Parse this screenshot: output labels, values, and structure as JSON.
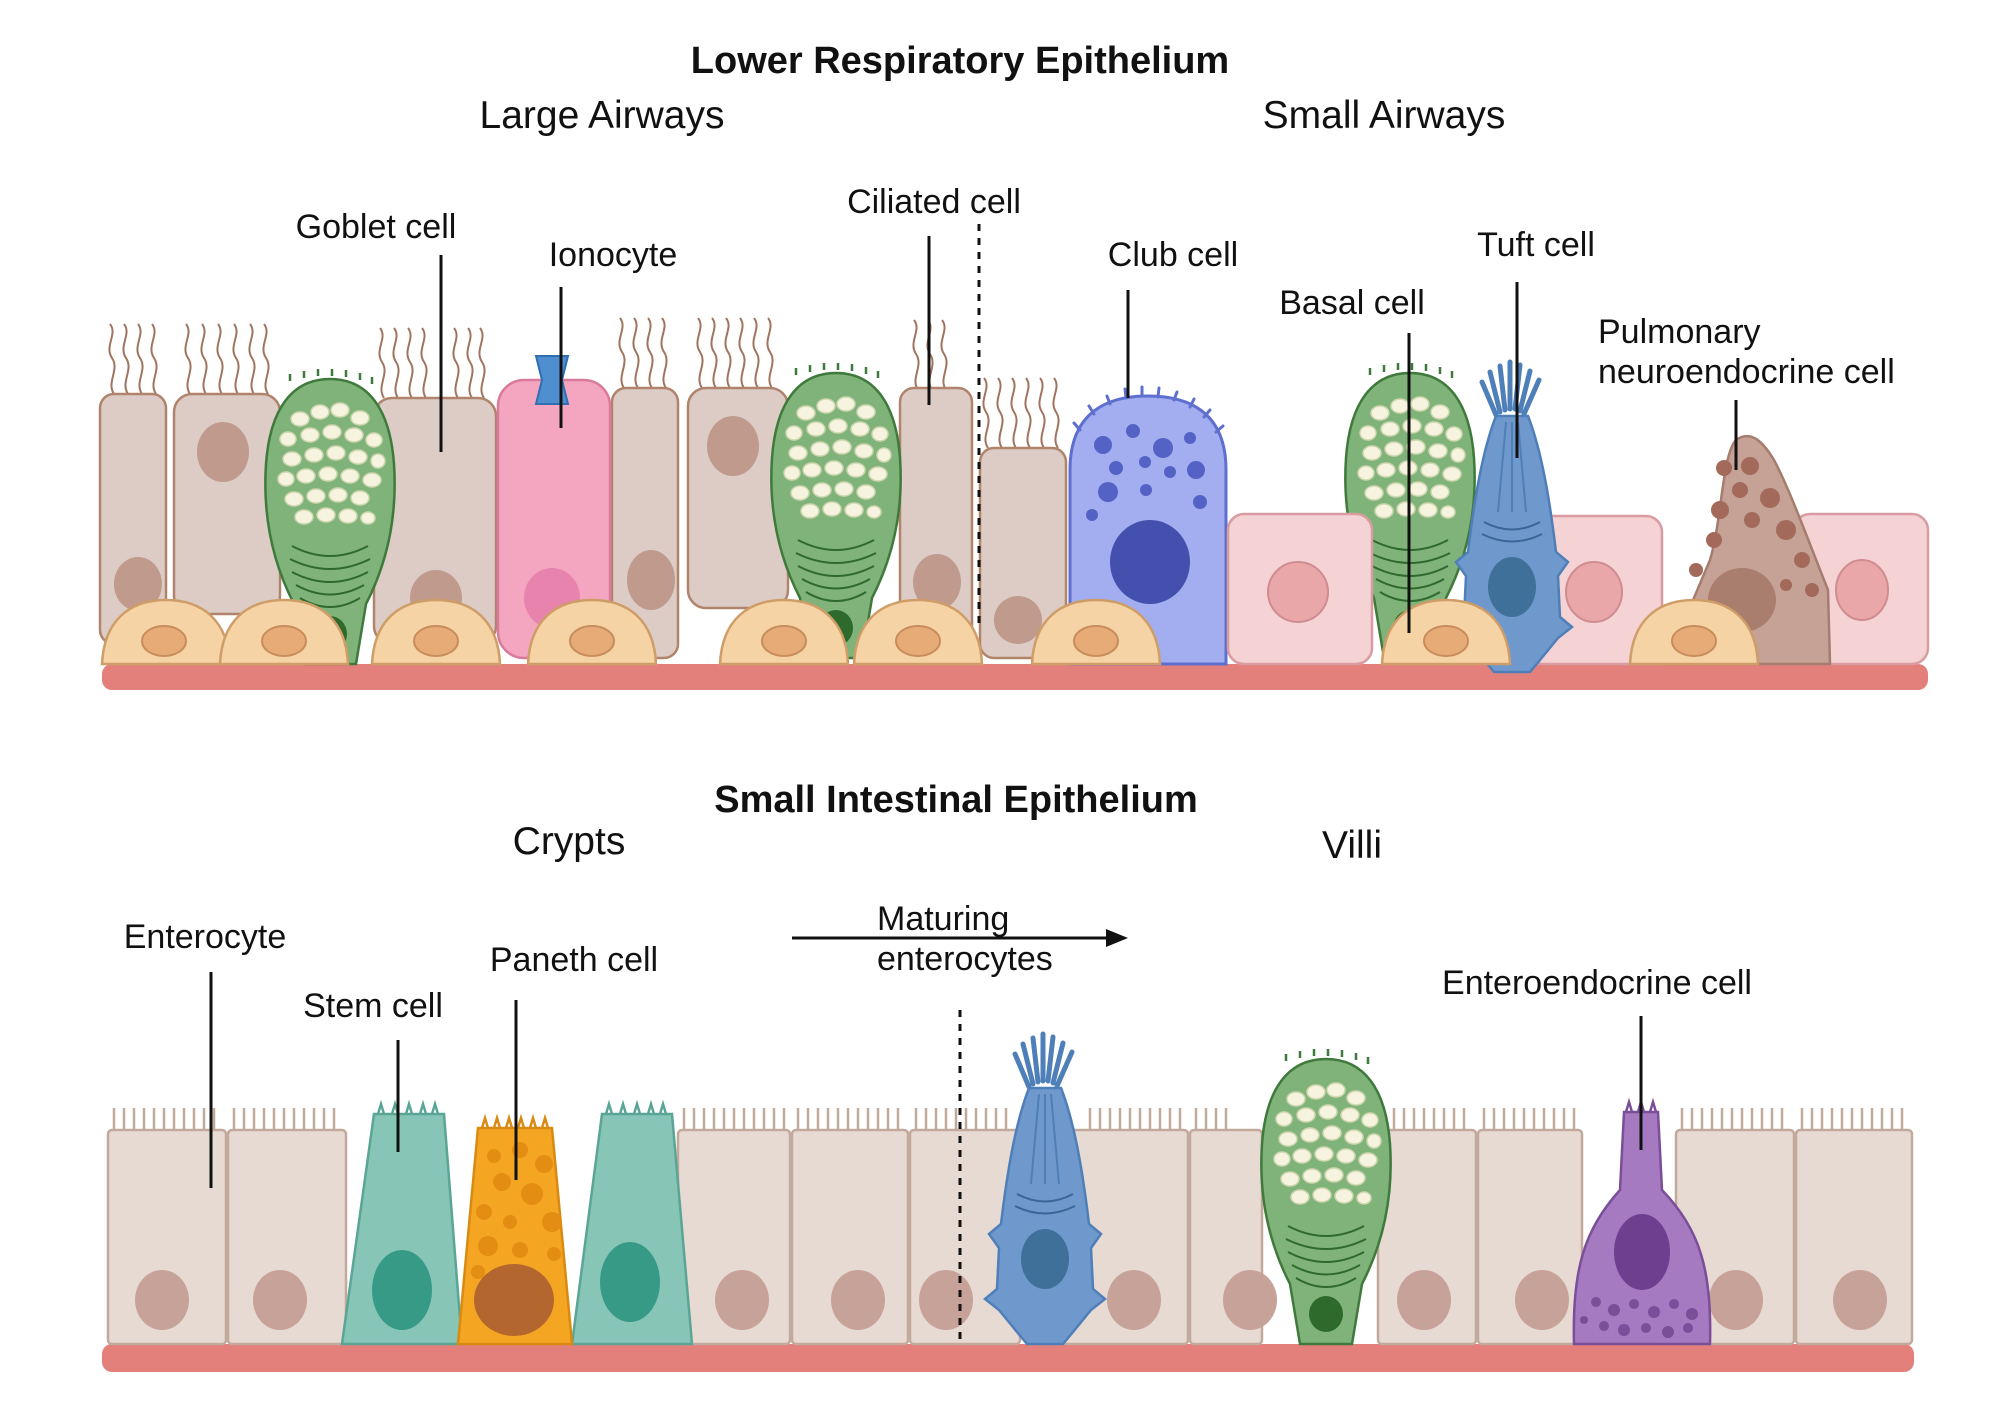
{
  "respiratory": {
    "title": "Lower Respiratory Epithelium",
    "large_airways": "Large Airways",
    "small_airways": "Small Airways",
    "labels": {
      "goblet": "Goblet cell",
      "ionocyte": "Ionocyte",
      "ciliated": "Ciliated cell",
      "club": "Club cell",
      "basal": "Basal cell",
      "tuft": "Tuft cell",
      "pnec_line1": "Pulmonary",
      "pnec_line2": "neuroendocrine cell"
    }
  },
  "intestinal": {
    "title": "Small Intestinal Epithelium",
    "crypts": "Crypts",
    "villi": "Villi",
    "labels": {
      "enterocyte": "Enterocyte",
      "stem": "Stem cell",
      "paneth": "Paneth cell",
      "maturing_line1": "Maturing",
      "maturing_line2": "enterocytes",
      "enteroendocrine": "Enteroendocrine cell"
    }
  },
  "colors": {
    "membrane": "#e3807b",
    "goblet": "#7fb379",
    "ionocyte": "#f4a6c0",
    "club": "#a2aef0",
    "tuft": "#6f98cc",
    "pnec": "#c5a295",
    "stem": "#87c6b7",
    "paneth": "#f4a623",
    "enteroendocrine": "#a57ac0"
  }
}
